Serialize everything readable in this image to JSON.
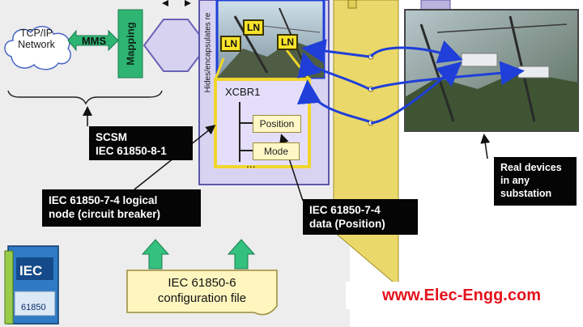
{
  "labels": {
    "tcp_ip": "TCP/IP\nNetwork",
    "mms": "MMS",
    "mapping": "Mapping",
    "vertical_note": "Hides/encapsulates re",
    "ln": [
      "LN",
      "LN",
      "LN"
    ],
    "xcbr": "XCBR1",
    "position": "Position",
    "mode": "Mode",
    "ellipsis": "...",
    "scsm": "SCSM\nIEC 61850-8-1",
    "logical_node": "IEC 61850-7-4 logical\nnode (circuit breaker)",
    "data_position": "IEC 61850-7-4\ndata (Position)",
    "real_devices": "Real devices\nin any\nsubstation",
    "config_file": "IEC 61850-6\nconfiguration file",
    "website": "www.Elec-Engg.com",
    "book_title": "IEC",
    "book_number": "61850"
  },
  "colors": {
    "background": "#ededee",
    "mapping_green": "#2eb573",
    "arrow_green": "#34c17f",
    "ln_yellow": "#f8e32a",
    "box_purple": "#d9d3f2",
    "arrow_blue": "#1f3fd8",
    "panel_yellow": "#ead86a",
    "label_black": "#050505",
    "website_red": "#e4121c"
  },
  "icons": [
    "cloud-icon",
    "double-arrow-icon",
    "connector-arrow-icon",
    "substation-photo",
    "iec-book-icon"
  ]
}
